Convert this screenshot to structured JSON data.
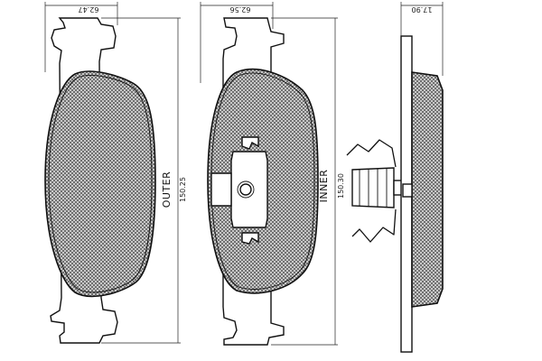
{
  "dimensions": {
    "outer_width": "62.47",
    "inner_width": "62.56",
    "thickness": "17.90",
    "outer_height": "150.25",
    "inner_height": "150.30"
  },
  "labels": {
    "outer": "OUTER",
    "inner": "INNER"
  },
  "colors": {
    "line": "#111111",
    "background": "#ffffff"
  }
}
